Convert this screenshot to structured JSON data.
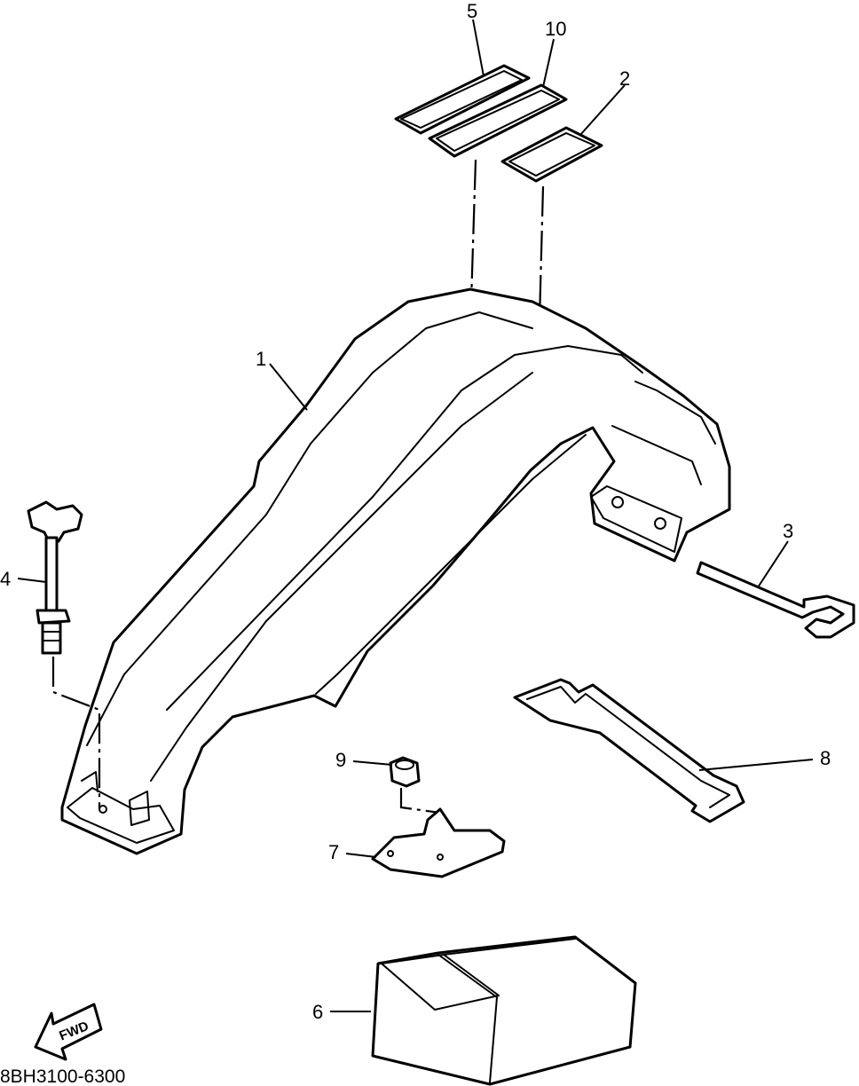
{
  "diagram": {
    "reference_code": "8BH3100-6300",
    "fwd_label": "FWD",
    "callouts": [
      {
        "id": "1",
        "label": "1"
      },
      {
        "id": "2",
        "label": "2"
      },
      {
        "id": "3",
        "label": "3"
      },
      {
        "id": "4",
        "label": "4"
      },
      {
        "id": "5",
        "label": "5"
      },
      {
        "id": "6",
        "label": "6"
      },
      {
        "id": "7",
        "label": "7"
      },
      {
        "id": "8",
        "label": "8"
      },
      {
        "id": "9",
        "label": "9"
      },
      {
        "id": "10",
        "label": "10"
      }
    ]
  }
}
